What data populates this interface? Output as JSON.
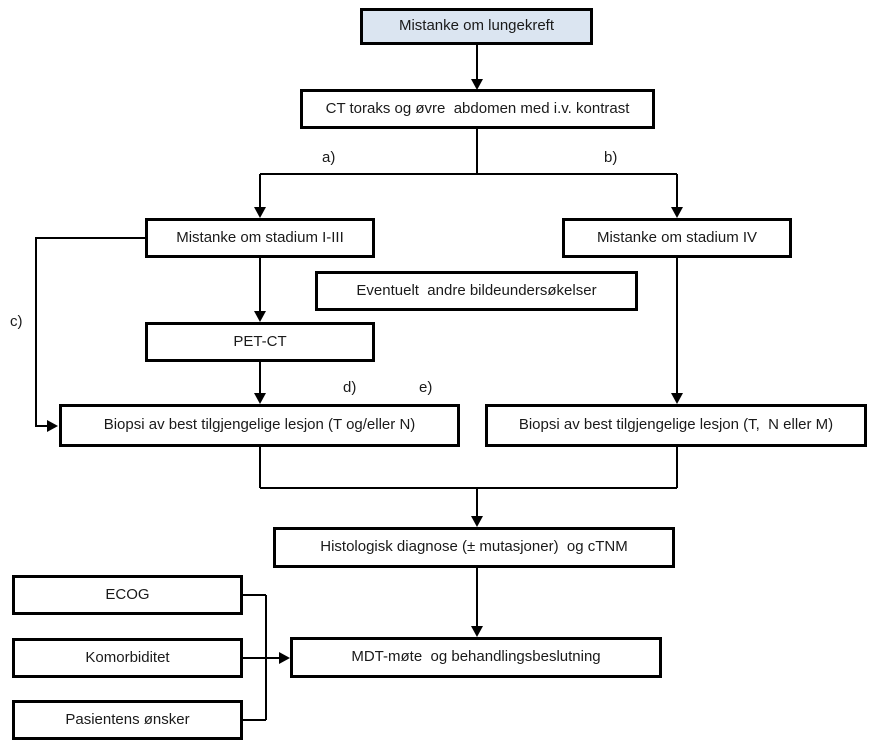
{
  "diagram": {
    "background": "#ffffff",
    "accent_fill": "#dbe5f1",
    "line_color": "#000000",
    "nodes": {
      "start": {
        "label": "Mistanke om lungekreft"
      },
      "ct": {
        "label": "CT toraks og øvre  abdomen med i.v. kontrast"
      },
      "stage13": {
        "label": "Mistanke om stadium I-III"
      },
      "stage4": {
        "label": "Mistanke om stadium IV"
      },
      "other_imaging": {
        "label": "Eventuelt  andre bildeundersøkelser"
      },
      "petct": {
        "label": "PET-CT"
      },
      "biopsy_left": {
        "label": "Biopsi av best tilgjengelige lesjon (T og/eller N)"
      },
      "biopsy_right": {
        "label": "Biopsi av best tilgjengelige lesjon (T,  N eller M)"
      },
      "histology": {
        "label": "Histologisk diagnose (± mutasjoner)  og cTNM"
      },
      "ecog": {
        "label": "ECOG"
      },
      "comorbidity": {
        "label": "Komorbiditet"
      },
      "patient_wishes": {
        "label": "Pasientens ønsker"
      },
      "mdt": {
        "label": "MDT-møte  og behandlingsbeslutning"
      }
    },
    "edge_labels": {
      "a": "a)",
      "b": "b)",
      "c": "c)",
      "d": "d)",
      "e": "e)"
    }
  }
}
